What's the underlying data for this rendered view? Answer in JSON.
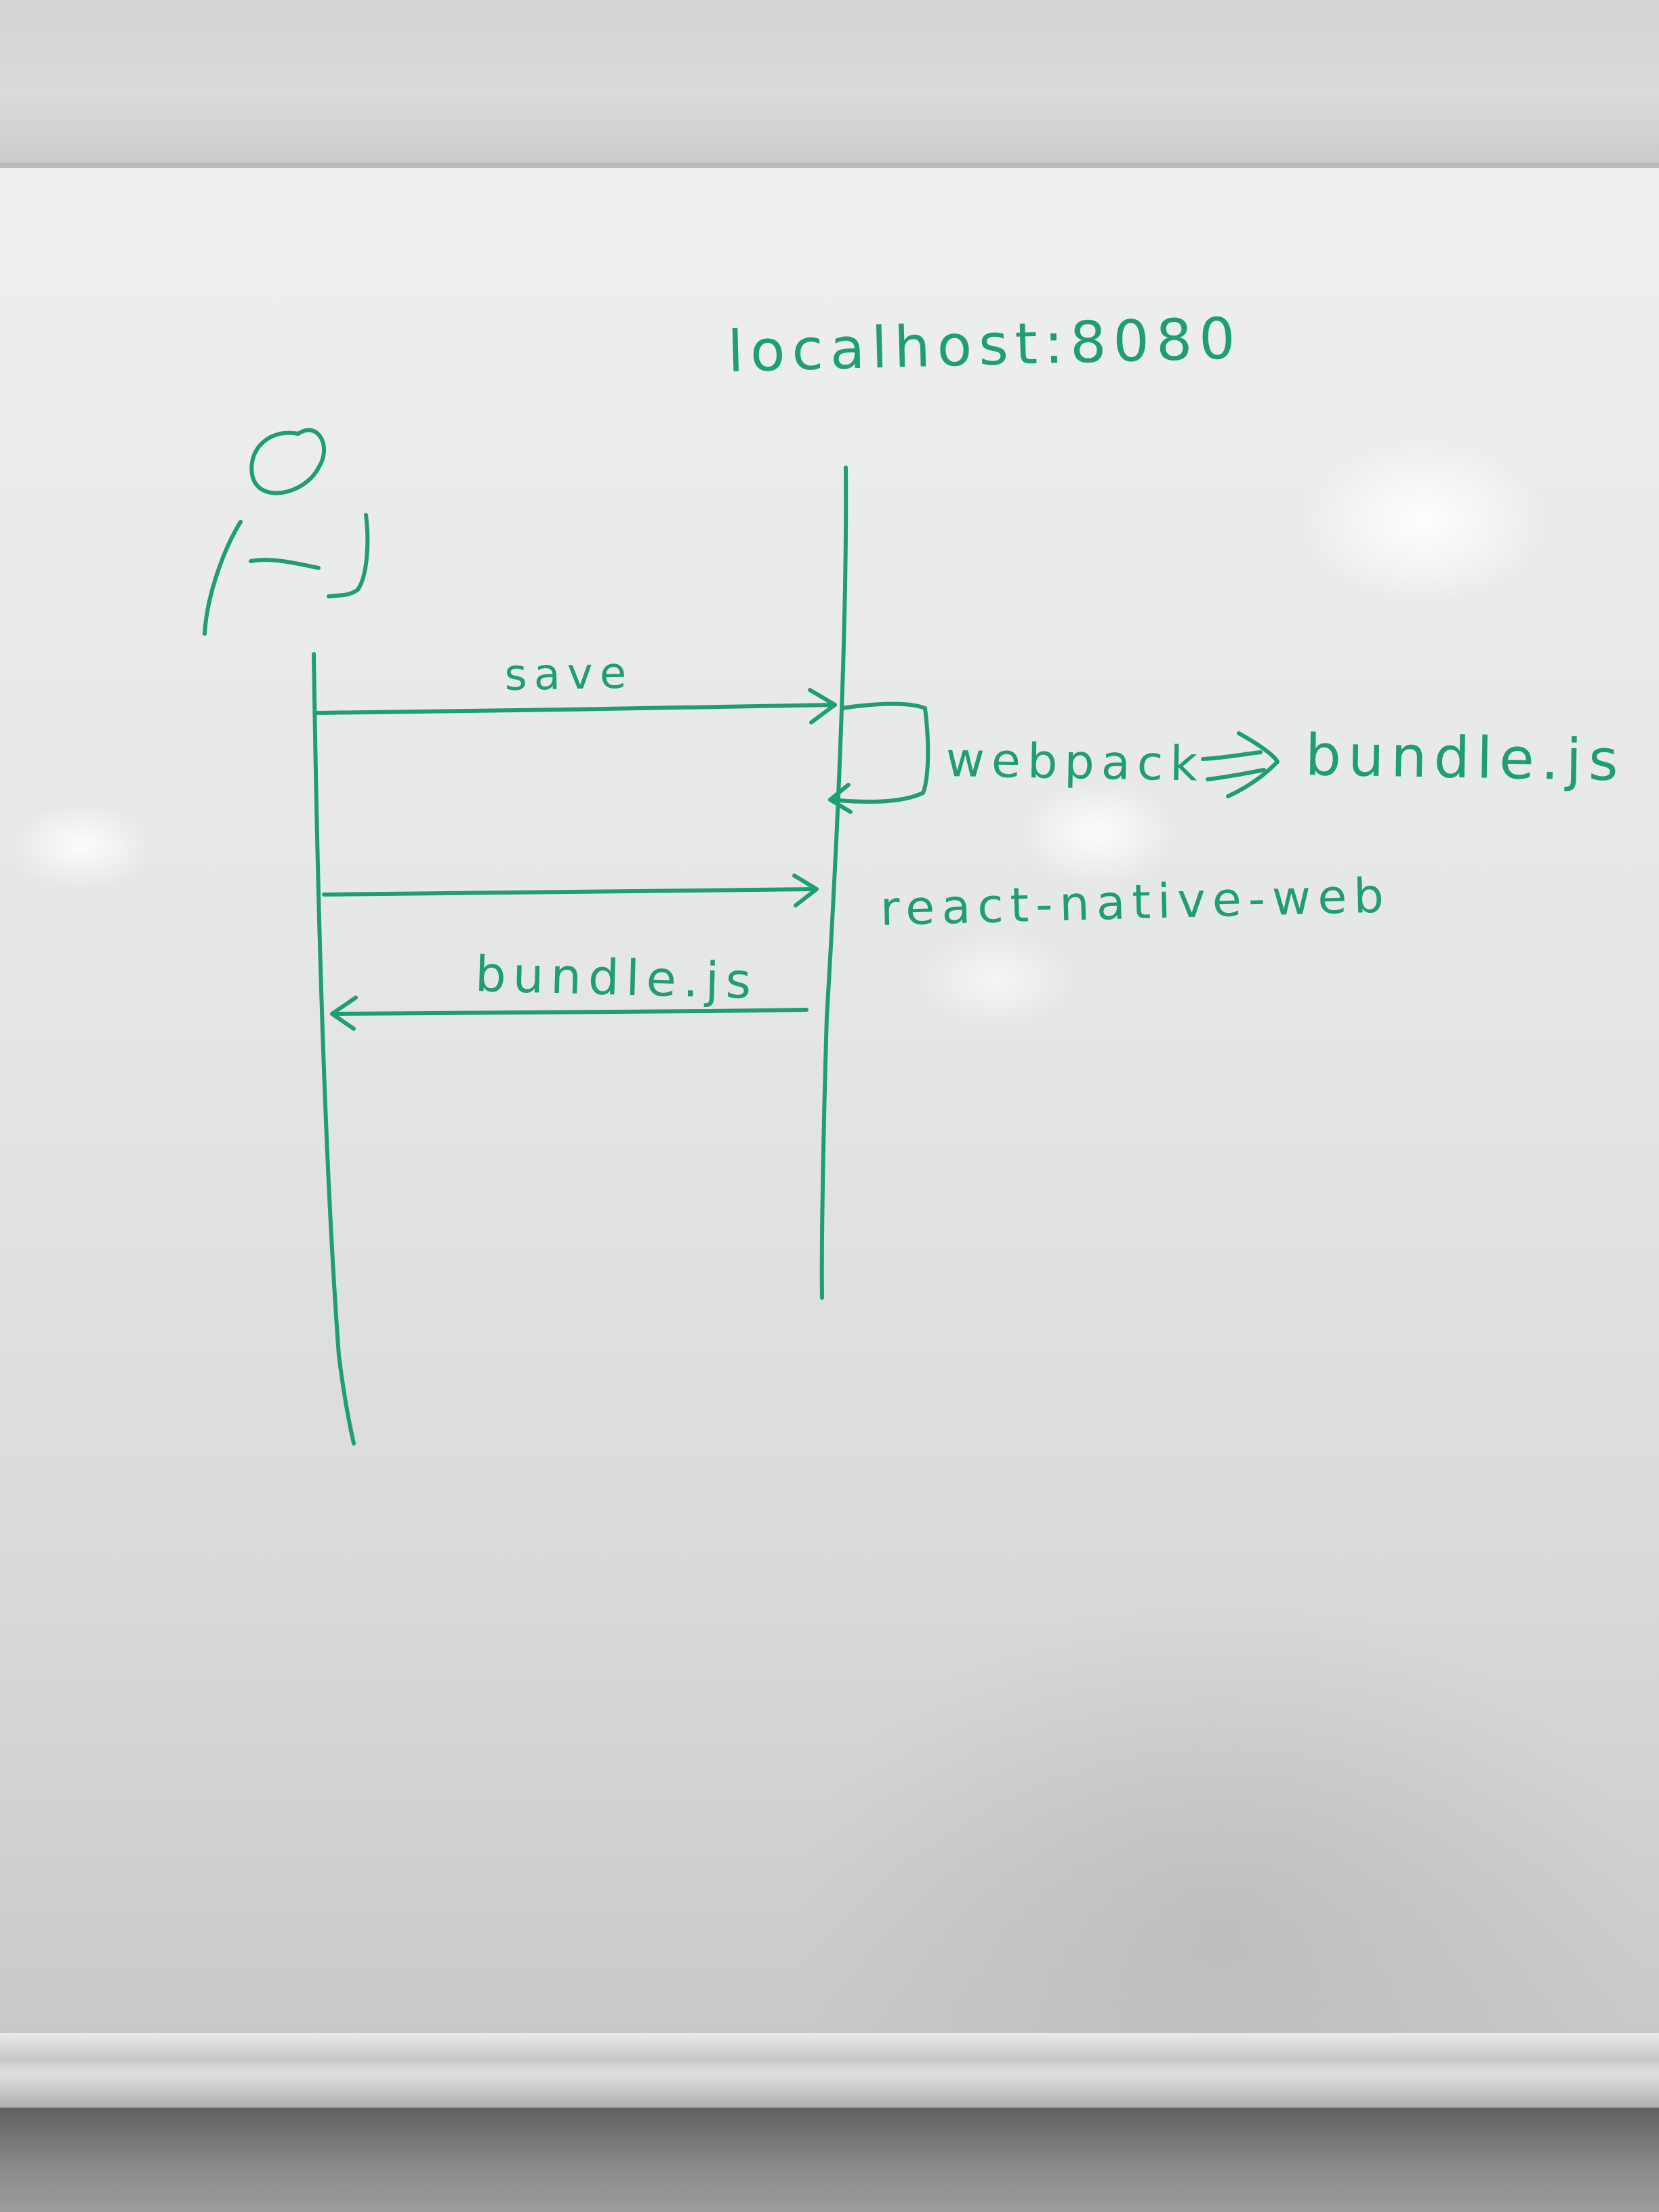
{
  "diagram": {
    "type": "sequence-diagram",
    "medium": "whiteboard",
    "ink_color": "#1f9e73",
    "participants": [
      {
        "id": "user",
        "label": "",
        "icon": "stick-figure-icon"
      },
      {
        "id": "server",
        "label": "localhost:8080"
      }
    ],
    "messages": [
      {
        "from": "user",
        "to": "server",
        "label": "save"
      },
      {
        "from": "server",
        "to": "server",
        "label": "webpack",
        "result": "bundle.js",
        "operator": "⇒"
      },
      {
        "from": "user",
        "to": "server",
        "label": "",
        "note": "react-native-web"
      },
      {
        "from": "server",
        "to": "user",
        "label": "bundle.js"
      }
    ]
  }
}
